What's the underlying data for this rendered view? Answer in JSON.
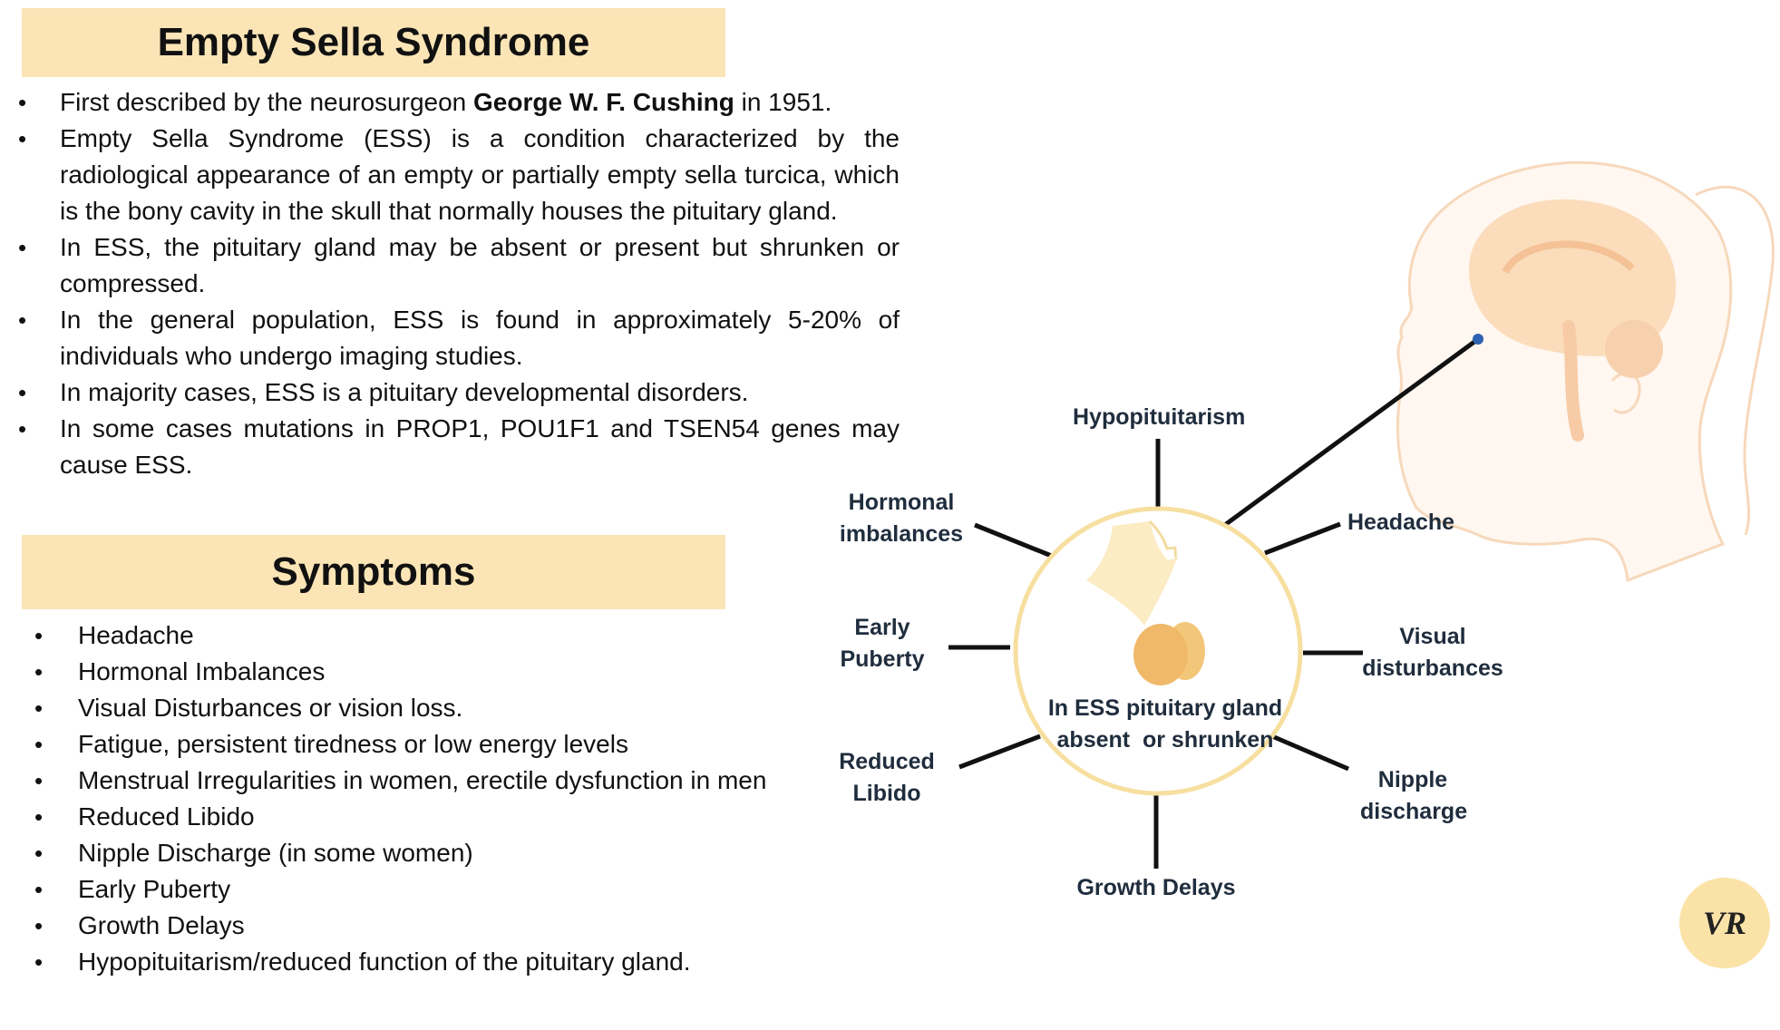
{
  "intro": {
    "title": "Empty Sella Syndrome",
    "bullets": [
      {
        "before": "First described by the neurosurgeon ",
        "bold": "George W. F. Cushing",
        "after": " in 1951."
      },
      {
        "before": "Empty Sella Syndrome (ESS) is a condition characterized by the radiological appearance of an empty or partially empty sella turcica, which is the bony cavity in the skull that normally houses the pituitary gland.",
        "bold": "",
        "after": ""
      },
      {
        "before": "In ESS, the pituitary gland may be absent or present but shrunken or compressed.",
        "bold": "",
        "after": ""
      },
      {
        "before": "In the general population, ESS is found in approximately 5-20% of individuals who undergo imaging studies.",
        "bold": "",
        "after": ""
      },
      {
        "before": "In majority cases, ESS is a pituitary developmental disorders.",
        "bold": "",
        "after": ""
      },
      {
        "before": "In some cases mutations in PROP1, POU1F1 and TSEN54 genes may cause ESS.",
        "bold": "",
        "after": ""
      }
    ]
  },
  "symptoms": {
    "title": "Symptoms",
    "items": [
      "Headache",
      "Hormonal Imbalances",
      "Visual Disturbances or vision loss.",
      "Fatigue, persistent tiredness or low energy levels",
      "Menstrual Irregularities in women, erectile dysfunction in men",
      "Reduced Libido",
      "Nipple Discharge (in some women)",
      "Early Puberty",
      "Growth Delays",
      "Hypopituitarism/reduced function of the pituitary gland."
    ]
  },
  "diagram": {
    "center_caption_line1": "In ESS pituitary gland",
    "center_caption_line2": "absent  or shrunken",
    "labels": {
      "hypopituitarism": "Hypopituitarism",
      "hormonal_line1": "Hormonal",
      "hormonal_line2": "imbalances",
      "headache": "Headache",
      "early_line1": "Early",
      "early_line2": "Puberty",
      "visual_line1": "Visual",
      "visual_line2": "disturbances",
      "reduced_line1": "Reduced",
      "reduced_line2": "Libido",
      "nipple_line1": "Nipple",
      "nipple_line2": "discharge",
      "growth": "Growth Delays"
    },
    "colors": {
      "circle_fill": "#ffffff",
      "circle_stroke": "#f7dfa0",
      "head_outline": "#f6d2b0",
      "brain": "#f9c89c",
      "gland": "#f3c77a",
      "stalk": "#fbecc4",
      "point": "#2e62b0"
    }
  },
  "badge": {
    "text": "VR"
  },
  "colors": {
    "title_band": "#fbe5b6"
  }
}
